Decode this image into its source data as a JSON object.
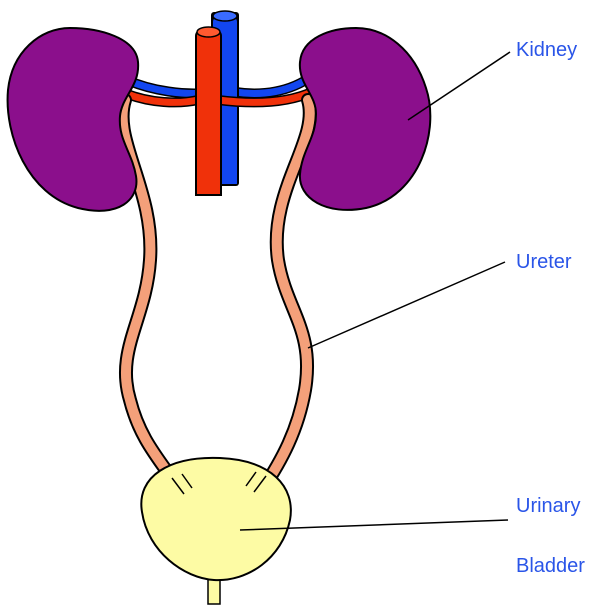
{
  "labels": {
    "kidney": "Kidney",
    "ureter": "Ureter",
    "bladder_line1": "Urinary",
    "bladder_line2": "Bladder"
  },
  "colors": {
    "kidney": "#8b0f8c",
    "ureter": "#f4a07a",
    "bladder": "#fdfba4",
    "artery": "#f0310a",
    "vein": "#1246f0",
    "label_text": "#2a55e8",
    "outline": "#000000"
  }
}
